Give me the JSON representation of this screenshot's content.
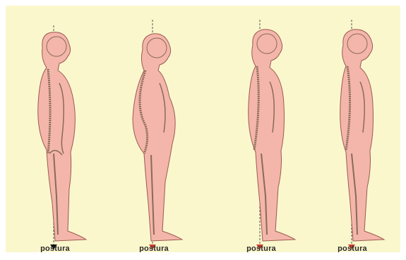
{
  "figures": [
    {
      "label": "postura",
      "marker": "black-arrow-icon",
      "marker_color": "#111111"
    },
    {
      "label": "postura",
      "marker": "red-triangle-icon",
      "marker_color": "#c8392b"
    },
    {
      "label": "postura",
      "marker": "red-triangle-icon",
      "marker_color": "#c8392b"
    },
    {
      "label": "postura",
      "marker": "red-triangle-icon",
      "marker_color": "#c8392b"
    }
  ],
  "colors": {
    "background": "#fbf7cc",
    "body_fill": "#f4b6aa",
    "body_outline": "#9a5a50",
    "bone": "#8a6a5a",
    "plumb_line": "#555555"
  }
}
